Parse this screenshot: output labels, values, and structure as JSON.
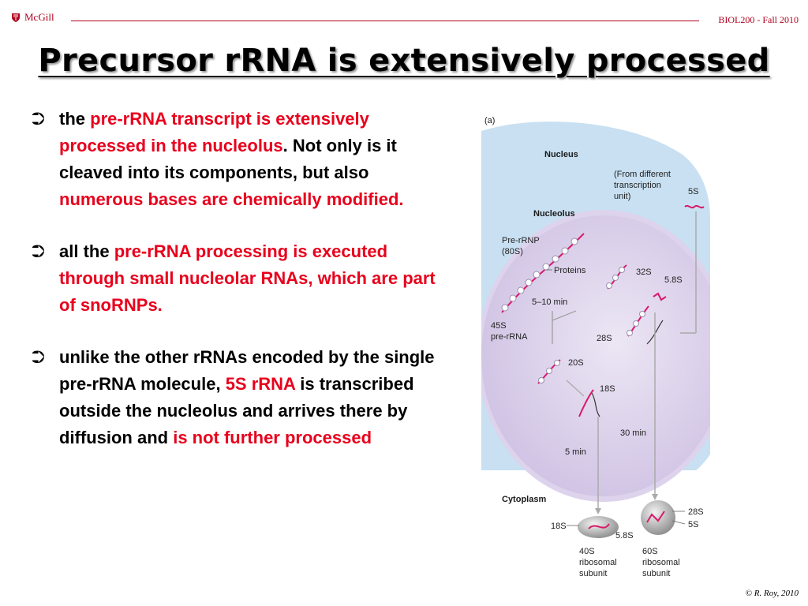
{
  "header": {
    "logo_text": "McGill",
    "course": "BIOL200 - Fall 2010"
  },
  "title": "Precursor rRNA is extensively processed",
  "bullets": [
    {
      "segments": [
        {
          "text": "the ",
          "red": false
        },
        {
          "text": "pre-rRNA transcript is extensively processed in the nucleolus",
          "red": true
        },
        {
          "text": ". Not only is it cleaved into its components, but also ",
          "red": false
        },
        {
          "text": "numerous bases are chemically modified.",
          "red": true
        }
      ]
    },
    {
      "segments": [
        {
          "text": "all the ",
          "red": false
        },
        {
          "text": "pre-rRNA processing is executed through small nucleolar RNAs, which are part of snoRNPs.",
          "red": true
        }
      ]
    },
    {
      "segments": [
        {
          "text": "unlike the other rRNAs encoded by the single pre-rRNA molecule, ",
          "red": false
        },
        {
          "text": "5S rRNA",
          "red": true
        },
        {
          "text": " is transcribed outside the nucleolus and arrives there by diffusion and ",
          "red": false
        },
        {
          "text": "is not further processed",
          "red": true
        }
      ]
    }
  ],
  "figure": {
    "panel": "(a)",
    "nucleus": "Nucleus",
    "from_different_1": "(From different",
    "from_different_2": "transcription",
    "from_different_3": "unit)",
    "s5_top": "5S",
    "nucleolus": "Nucleolus",
    "pre_rrnp_1": "Pre-rRNP",
    "pre_rrnp_2": "(80S)",
    "proteins": "Proteins",
    "s32": "32S",
    "s58_top": "5.8S",
    "time_5_10": "5–10 min",
    "s45_1": "45S",
    "s45_2": "pre-rRNA",
    "s28_mid": "28S",
    "s20": "20S",
    "s18_mid": "18S",
    "time_30": "30 min",
    "time_5": "5 min",
    "cytoplasm": "Cytoplasm",
    "s18_bottom": "18S",
    "s58_bottom": "5.8S",
    "s28_bottom": "28S",
    "s5_bottom": "5S",
    "sub40_1": "40S",
    "sub40_2": "ribosomal",
    "sub40_3": "subunit",
    "sub60_1": "60S",
    "sub60_2": "ribosomal",
    "sub60_3": "subunit"
  },
  "copyright": "© R. Roy, 2010",
  "colors": {
    "accent_red": "#e8001c",
    "mcgill_red": "#b0001e",
    "rna_magenta": "#d81a6a",
    "nucleus_blue": "#c8e0f2",
    "nucleolus_lavender": "#ddd3ec"
  }
}
